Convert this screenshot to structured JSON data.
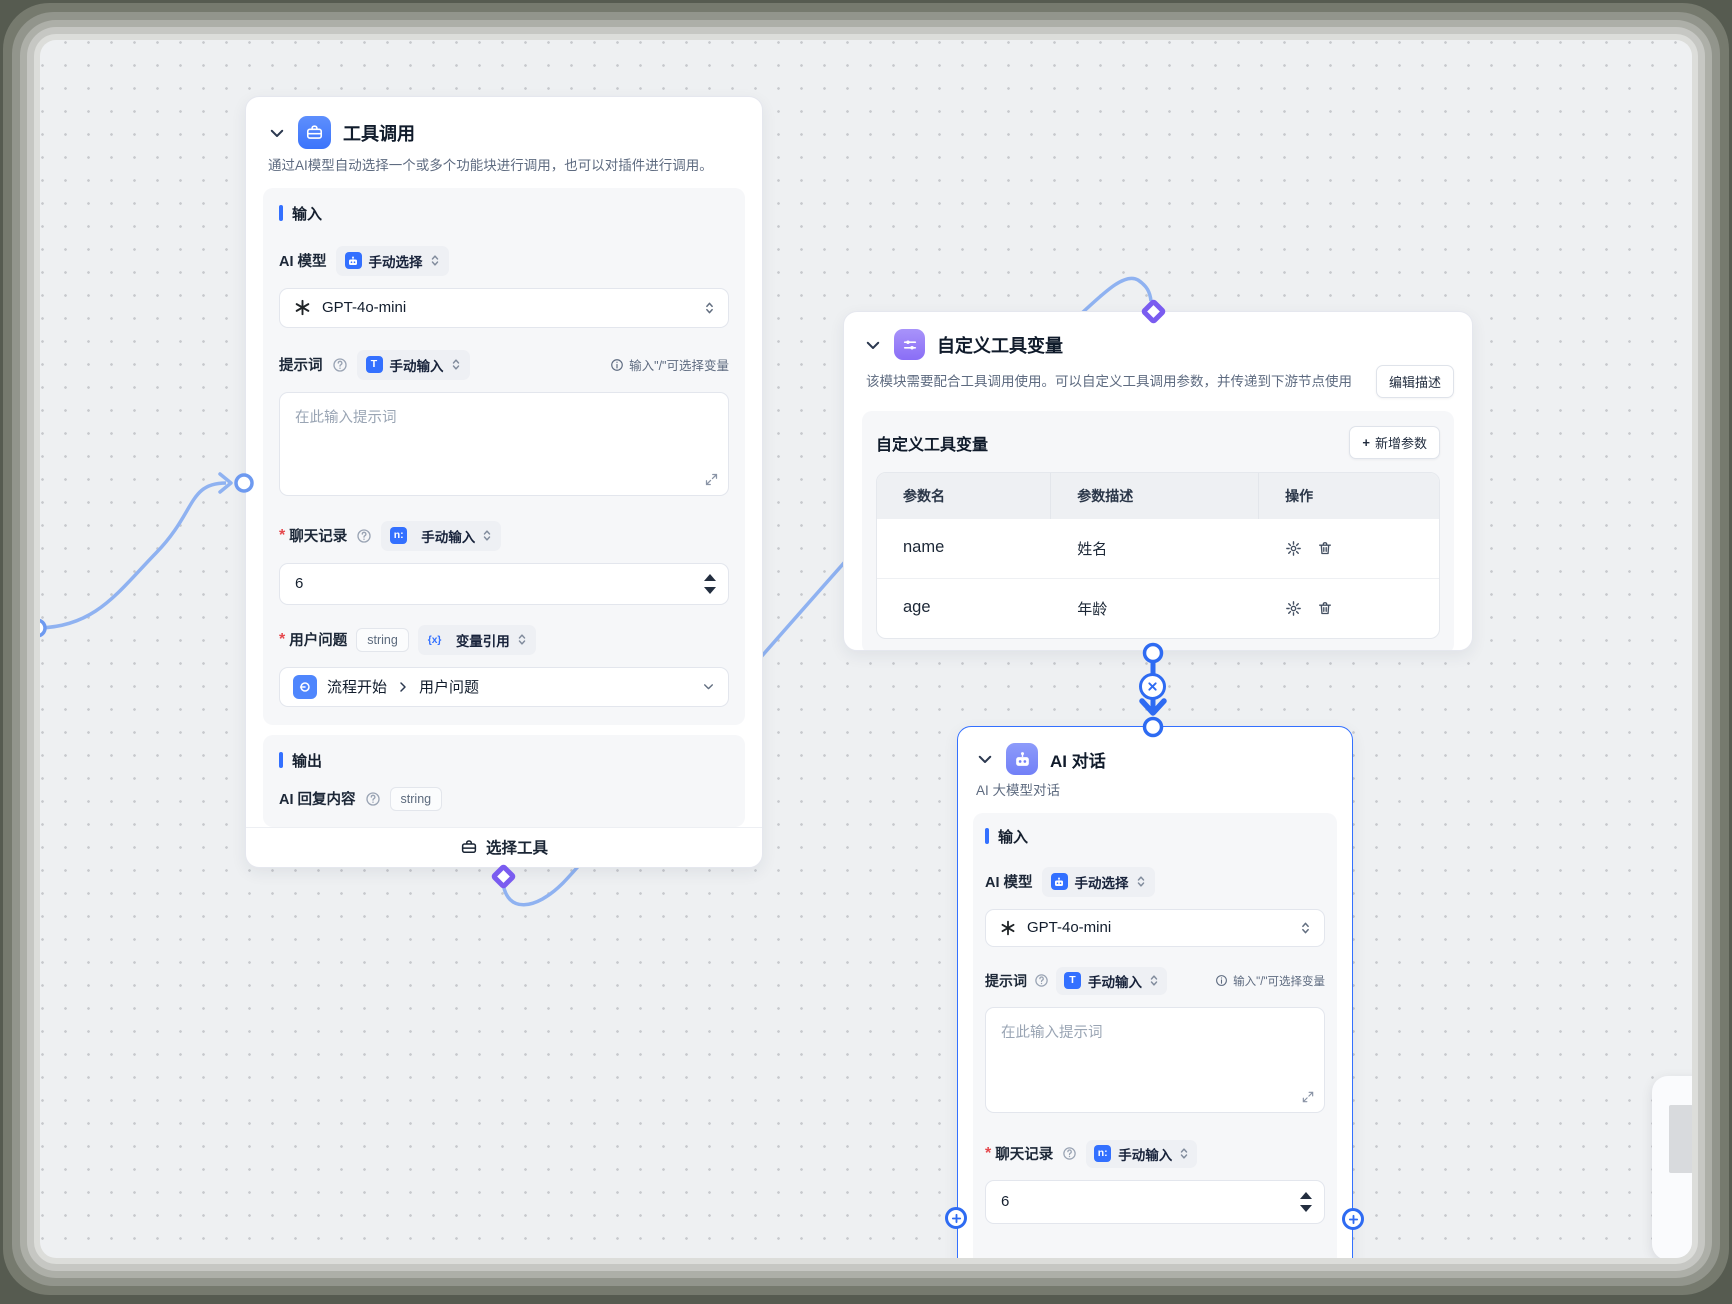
{
  "nodes": {
    "tool_call": {
      "title": "工具调用",
      "description": "通过AI模型自动选择一个或多个功能块进行调用，也可以对插件进行调用。",
      "input_section": "输入",
      "output_section": "输出",
      "ai_model_label": "AI 模型",
      "ai_model_mode": "手动选择",
      "model_name": "GPT-4o-mini",
      "prompt_label": "提示词",
      "prompt_mode": "手动输入",
      "prompt_hint": "输入\"/\"可选择变量",
      "prompt_placeholder": "在此输入提示词",
      "history_label": "聊天记录",
      "history_value": "6",
      "question_label": "用户问题",
      "question_type": "string",
      "question_mode": "变量引用",
      "question_ref_source": "流程开始",
      "question_ref_field": "用户问题",
      "reply_label": "AI 回复内容",
      "reply_type": "string",
      "footer_button": "选择工具",
      "required_marker": "*"
    },
    "custom_vars": {
      "title": "自定义工具变量",
      "description": "该模块需要配合工具调用使用。可以自定义工具调用参数，并传递到下游节点使用",
      "edit_desc_button": "编辑描述",
      "panel_title": "自定义工具变量",
      "add_param_plus": "+",
      "add_param_button": "新增参数",
      "columns": {
        "name": "参数名",
        "desc": "参数描述",
        "ops": "操作"
      },
      "rows": [
        {
          "name": "name",
          "desc": "姓名"
        },
        {
          "name": "age",
          "desc": "年龄"
        }
      ]
    },
    "ai_chat": {
      "title": "AI 对话",
      "subtitle": "AI 大模型对话",
      "input_section": "输入",
      "ai_model_label": "AI 模型",
      "ai_model_mode": "手动选择",
      "model_name": "GPT-4o-mini",
      "prompt_label": "提示词",
      "prompt_mode": "手动输入",
      "prompt_hint": "输入\"/\"可选择变量",
      "prompt_placeholder": "在此输入提示词",
      "history_label": "聊天记录",
      "history_value": "6",
      "required_marker": "*"
    }
  },
  "colors": {
    "accent": "#3370ff",
    "edge_light": "#8fb2f1",
    "edge_strong": "#2e6bf2",
    "diamond": "#7a5cf0"
  }
}
